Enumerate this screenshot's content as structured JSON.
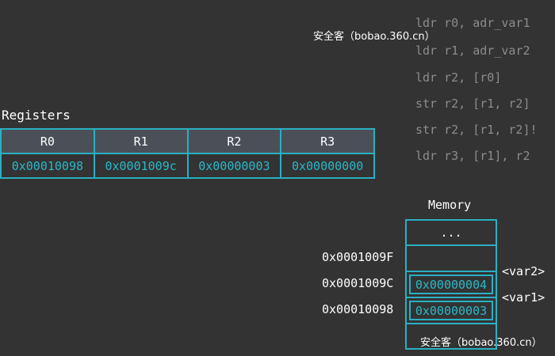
{
  "watermark_top": "安全客（bobao.360.cn）",
  "watermark_bottom": "安全客（bobao.360.cn）",
  "code": [
    "ldr r0, adr_var1",
    "ldr r1, adr_var2",
    "ldr r2, [r0]",
    "str r2, [r1, r2]",
    "str r2, [r1, r2]!",
    "ldr r3, [r1], r2"
  ],
  "registers": {
    "title": "Registers",
    "headers": [
      "R0",
      "R1",
      "R2",
      "R3"
    ],
    "values": [
      "0x00010098",
      "0x0001009c",
      "0x00000003",
      "0x00000000"
    ]
  },
  "memory": {
    "title": "Memory",
    "ellipsis": "...",
    "addresses": [
      "0x0001009F",
      "0x0001009C",
      "0x00010098"
    ],
    "cells": [
      "",
      "0x00000004",
      "0x00000003"
    ],
    "labels": [
      "<var2>",
      "<var1>"
    ]
  },
  "colors": {
    "background": "#333333",
    "accent": "#2ab0c2",
    "header_fill": "#4b5058",
    "code_text": "#8c8c8c"
  }
}
